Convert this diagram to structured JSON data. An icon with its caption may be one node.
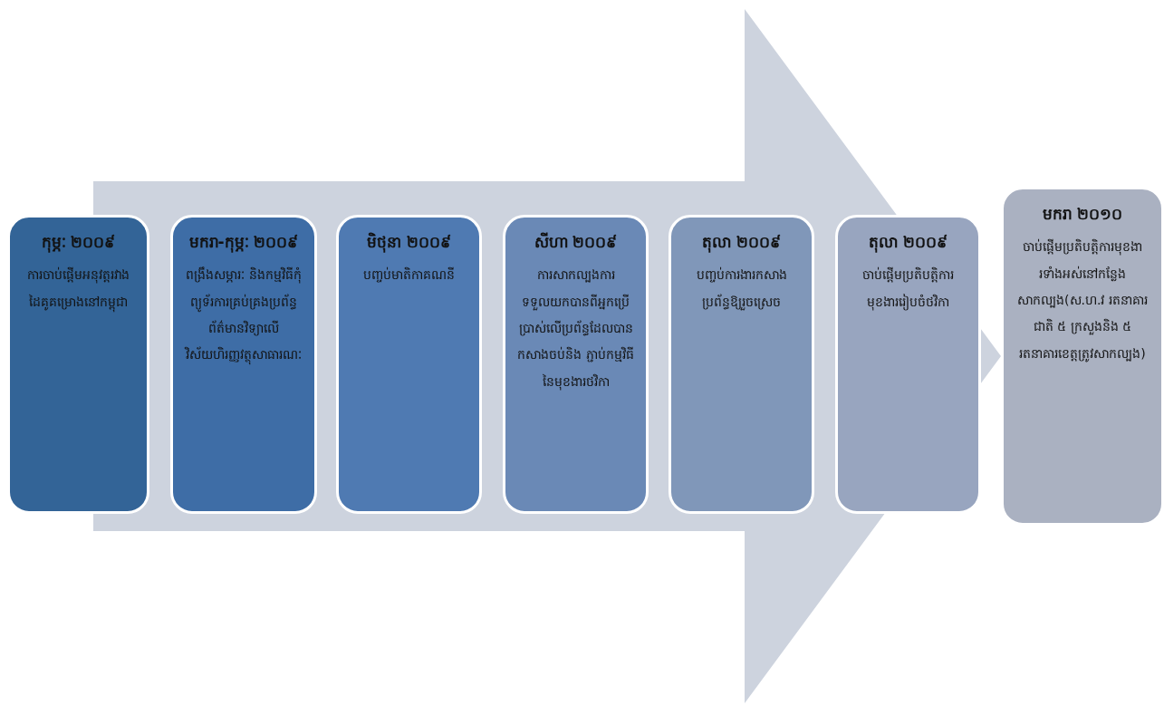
{
  "diagram": {
    "nodes": [
      {
        "text": [
          "កុម្ភៈ ២០០៩",
          "ការចាប់ផ្តើមអនុវត្តរវាងដៃគូគម្រោងនៅកម្ពុជា"
        ]
      },
      {
        "text": [
          "មករា-កុម្ភៈ ២០០៩",
          "ពង្រឹងសម្ភារៈ និងកម្មវិធីកុំព្យូទ័រការគ្រប់គ្រងប្រព័ន្ធព័ត៌មានវិទ្យាលើវិស័យហិរញ្ញវត្ថុសាធារណៈ"
        ]
      },
      {
        "text": [
          "មិថុនា ២០០៩",
          "បញ្ចប់មាតិកាគណនី"
        ]
      },
      {
        "text": [
          "សីហា ២០០៩",
          "ការសាកល្បងការទទួលយកបានពីអ្នកប្រើប្រាស់លើប្រព័ន្ធដែលបានកសាងចប់និង ភ្ជាប់កម្មវិធីនៃមុខងារថវិកា"
        ]
      },
      {
        "text": [
          "តុលា ២០០៩",
          "បញ្ចប់ការងារកសាងប្រព័ន្ធឱ្យរួចស្រេច"
        ]
      },
      {
        "text": [
          "តុលា ២០០៩",
          "ចាប់ផ្តើមប្រតិបត្តិការមុខងាររៀបចំថវិកា"
        ]
      },
      {
        "text": [
          "មករា ២០១០",
          "ចាប់ផ្តើមប្រតិបត្តិការមុខងារទាំងអស់នៅកន្លែងសាកល្បង(ស.ហ.វ រតនាគារ ជាតិ ៥ ក្រសួងនិង ៥ រតនាគារខេត្តត្រូវសាកល្បង)"
        ]
      }
    ],
    "edges": [
      {
        "from": 0,
        "to": 6,
        "arrow": "to"
      }
    ]
  }
}
